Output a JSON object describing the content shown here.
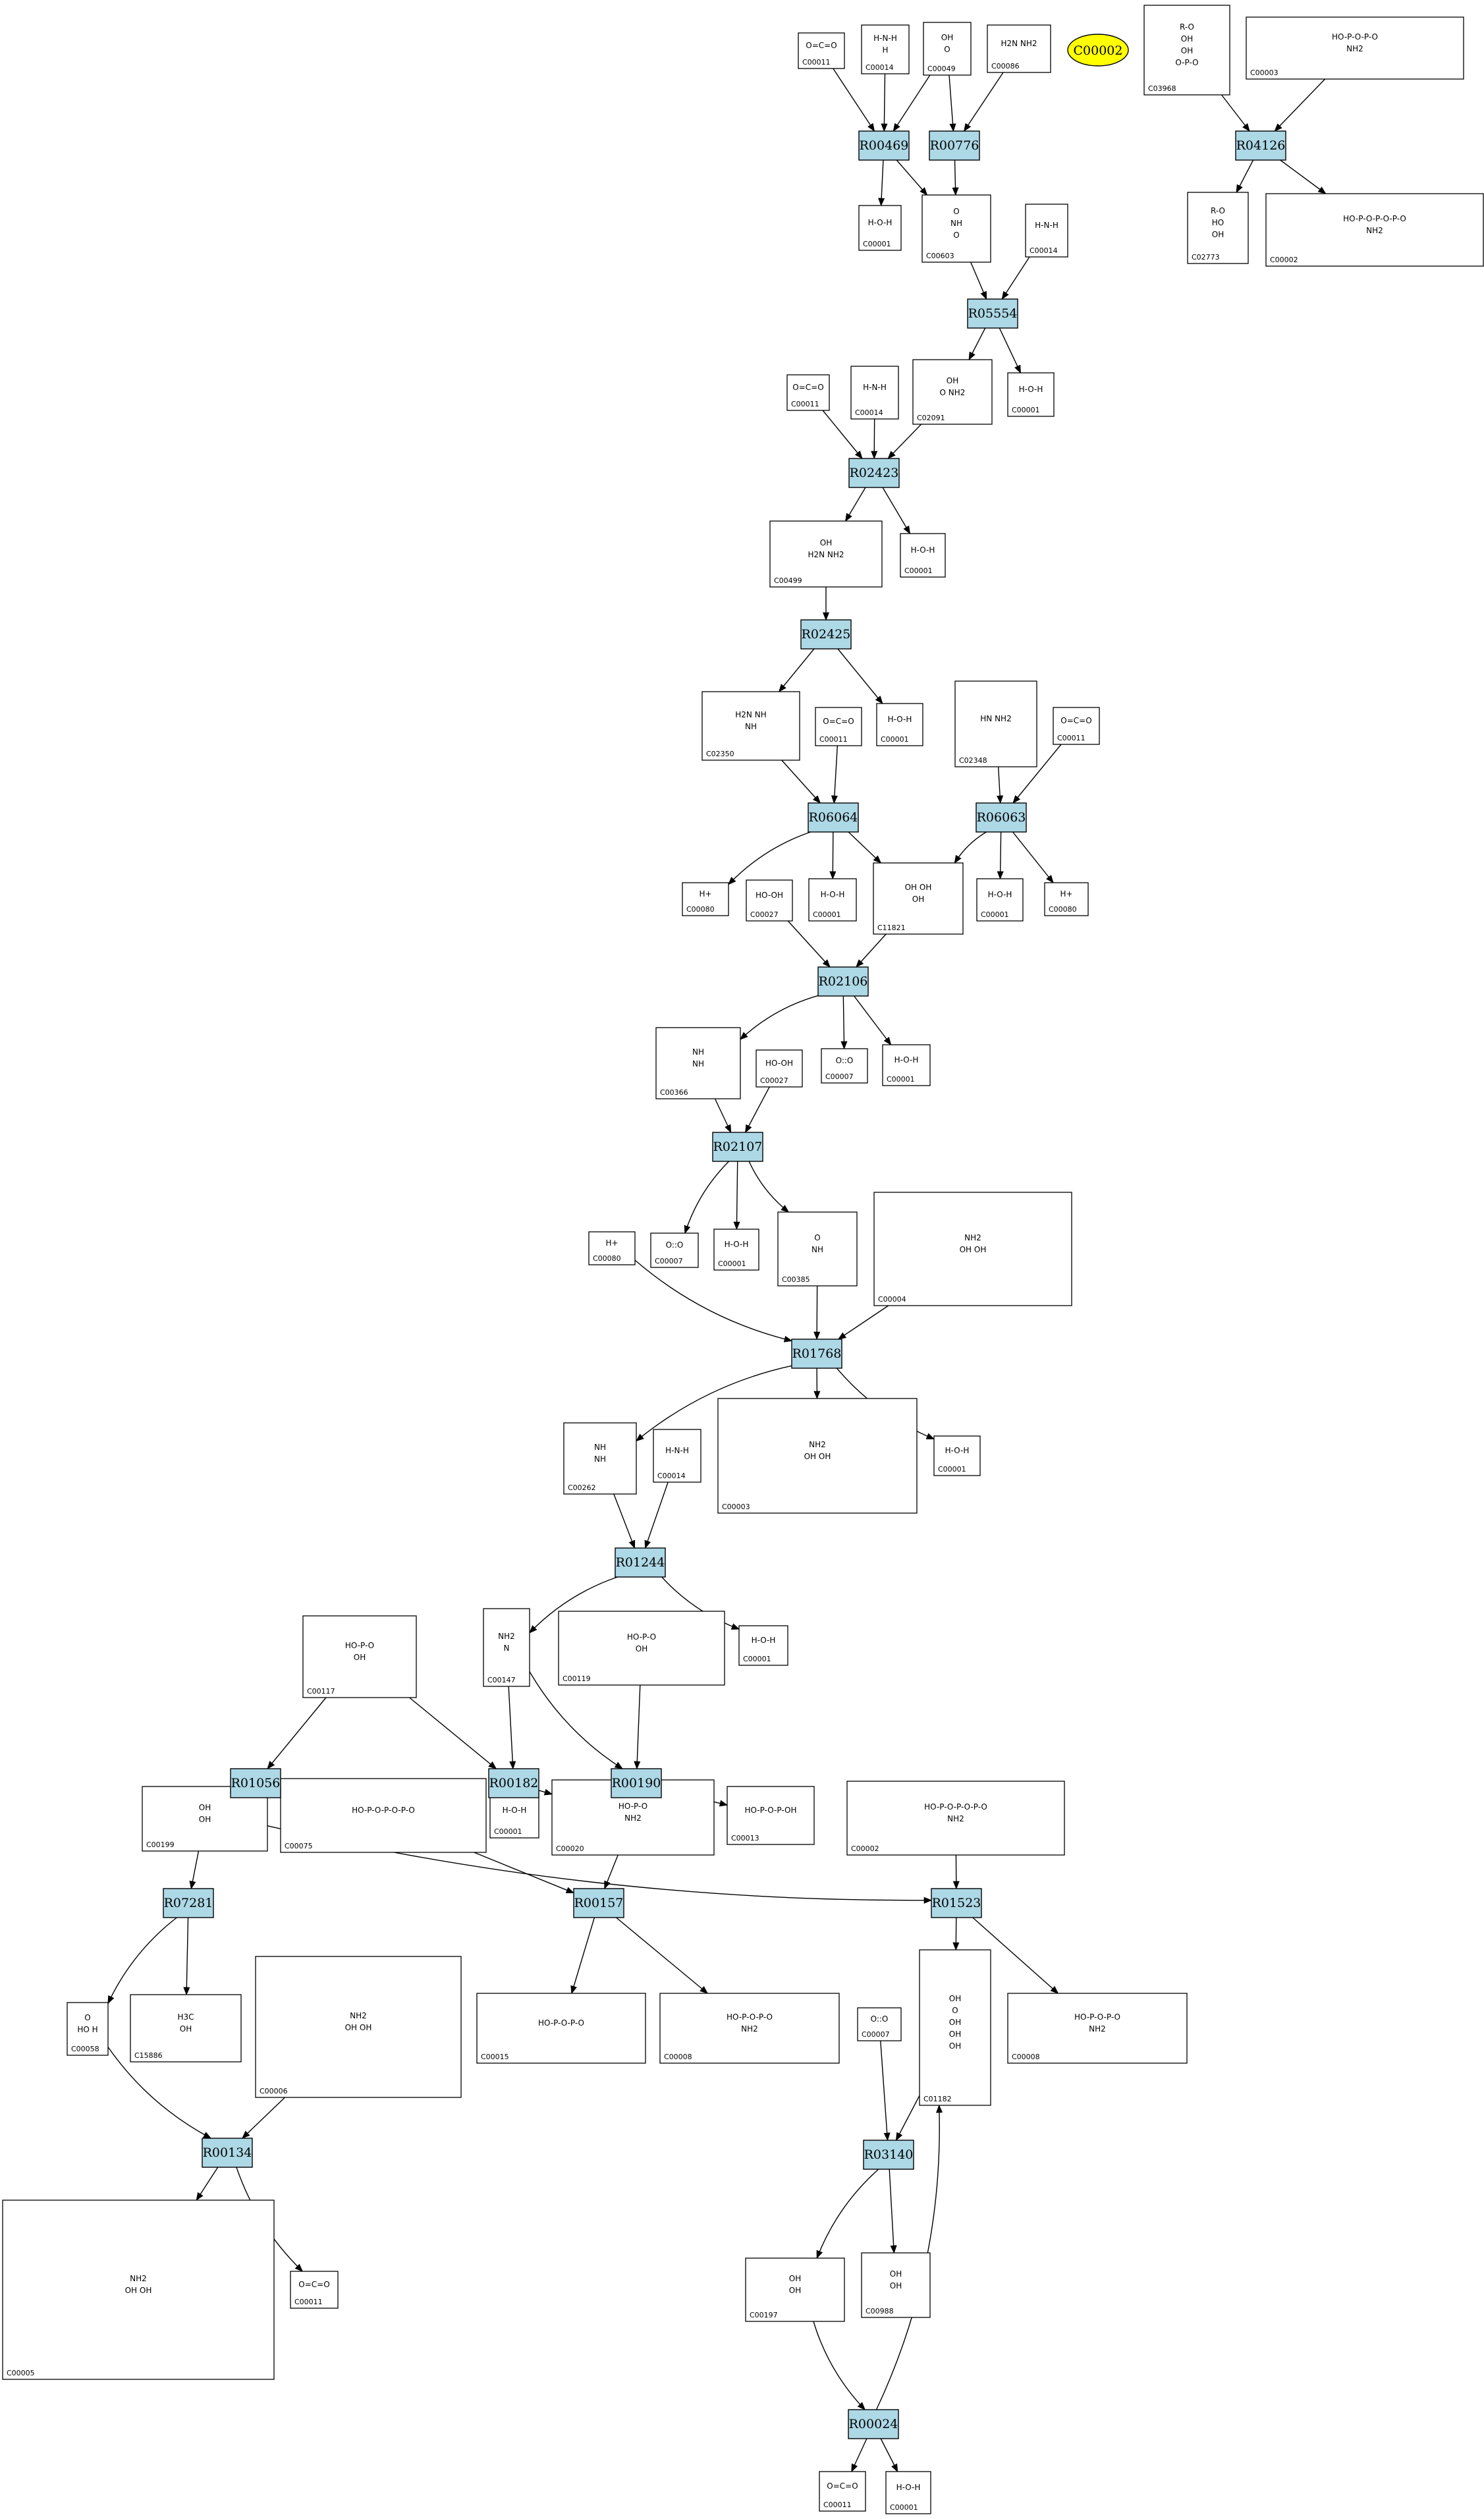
{
  "highlight": "C00002",
  "reactions": [
    "R00469",
    "R00776",
    "R04126",
    "R05554",
    "R02423",
    "R02425",
    "R06064",
    "R06063",
    "R02106",
    "R02107",
    "R01768",
    "R01244",
    "R01056",
    "R00182",
    "R00190",
    "R07281",
    "R00157",
    "R01523",
    "R00134",
    "R03140",
    "R00024"
  ],
  "compounds": {
    "n1": {
      "id": "C00011",
      "label": "O=C=O"
    },
    "n2": {
      "id": "C00014",
      "label": "H-N-H / H"
    },
    "n3": {
      "id": "C00049",
      "label": "OH / O"
    },
    "n4": {
      "id": "C00086",
      "label": "H2N NH2"
    },
    "n5": {
      "id": "C03968",
      "label": "R-O / OH / OH / O-P-O"
    },
    "n6": {
      "id": "C00003",
      "label": "HO-P-O-P-O / NH2"
    },
    "n7": {
      "id": "C00001",
      "label": "H-O-H"
    },
    "n8": {
      "id": "C00603",
      "label": "O / NH / O"
    },
    "n9": {
      "id": "C00014",
      "label": "H-N-H"
    },
    "n10": {
      "id": "C02773",
      "label": "R-O / HO / OH"
    },
    "n11": {
      "id": "C00002",
      "label": "HO-P-O-P-O-P-O / NH2"
    },
    "n12": {
      "id": "C00011",
      "label": "O=C=O"
    },
    "n13": {
      "id": "C00014",
      "label": "H-N-H"
    },
    "n14": {
      "id": "C02091",
      "label": "OH / O NH2"
    },
    "n15": {
      "id": "C00001",
      "label": "H-O-H"
    },
    "n16": {
      "id": "C00499",
      "label": "OH / H2N NH2"
    },
    "n17": {
      "id": "C00001",
      "label": "H-O-H"
    },
    "n18": {
      "id": "C02350",
      "label": "H2N NH / NH"
    },
    "n19": {
      "id": "C00011",
      "label": "O=C=O"
    },
    "n20": {
      "id": "C00001",
      "label": "H-O-H"
    },
    "n21": {
      "id": "C02348",
      "label": "HN NH2"
    },
    "n22": {
      "id": "C00011",
      "label": "O=C=O"
    },
    "n23": {
      "id": "C00080",
      "label": "H+"
    },
    "n24": {
      "id": "C00027",
      "label": "HO-OH"
    },
    "n25": {
      "id": "C00001",
      "label": "H-O-H"
    },
    "n26": {
      "id": "C11821",
      "label": "OH OH / OH"
    },
    "n27": {
      "id": "C00001",
      "label": "H-O-H"
    },
    "n28": {
      "id": "C00080",
      "label": "H+"
    },
    "n29": {
      "id": "C00366",
      "label": "NH / NH"
    },
    "n30": {
      "id": "C00027",
      "label": "HO-OH"
    },
    "n31": {
      "id": "C00007",
      "label": "O::O"
    },
    "n32": {
      "id": "C00001",
      "label": "H-O-H"
    },
    "n33": {
      "id": "C00080",
      "label": "H+"
    },
    "n34": {
      "id": "C00007",
      "label": "O::O"
    },
    "n35": {
      "id": "C00001",
      "label": "H-O-H"
    },
    "n36": {
      "id": "C00385",
      "label": "O / NH"
    },
    "n37": {
      "id": "C00004",
      "label": "NH2 / OH OH"
    },
    "n38": {
      "id": "C00262",
      "label": "NH / NH"
    },
    "n39": {
      "id": "C00014",
      "label": "H-N-H"
    },
    "n40": {
      "id": "C00003",
      "label": "NH2 / OH OH"
    },
    "n41": {
      "id": "C00001",
      "label": "H-O-H"
    },
    "n42": {
      "id": "C00117",
      "label": "HO-P-O / OH"
    },
    "n43": {
      "id": "C00147",
      "label": "NH2 / N"
    },
    "n44": {
      "id": "C00119",
      "label": "HO-P-O / OH"
    },
    "n45": {
      "id": "C00001",
      "label": "H-O-H"
    },
    "n46": {
      "id": "C00199",
      "label": "OH / OH"
    },
    "n47": {
      "id": "C00075",
      "label": "HO-P-O-P-O-P-O"
    },
    "n48": {
      "id": "C00001",
      "label": "H-O-H"
    },
    "n49": {
      "id": "C00020",
      "label": "HO-P-O / NH2"
    },
    "n50": {
      "id": "C00013",
      "label": "HO-P-O-P-OH"
    },
    "n51": {
      "id": "C00002",
      "label": "HO-P-O-P-O-P-O / NH2"
    },
    "n52": {
      "id": "C00058",
      "label": "O / HO H"
    },
    "n53": {
      "id": "C15886",
      "label": "H3C / OH"
    },
    "n54": {
      "id": "C00006",
      "label": "NH2 / OH OH"
    },
    "n55": {
      "id": "C00015",
      "label": "HO-P-O-P-O"
    },
    "n56": {
      "id": "C00008",
      "label": "HO-P-O-P-O / NH2"
    },
    "n57": {
      "id": "C01182",
      "label": "OH / O / OH / OH / OH"
    },
    "n58": {
      "id": "C00008",
      "label": "HO-P-O-P-O / NH2"
    },
    "n59": {
      "id": "C00007",
      "label": "O::O"
    },
    "n60": {
      "id": "C00005",
      "label": "NH2 / OH OH"
    },
    "n61": {
      "id": "C00011",
      "label": "O=C=O"
    },
    "n62": {
      "id": "C00197",
      "label": "OH / OH"
    },
    "n63": {
      "id": "C00988",
      "label": "OH / OH"
    },
    "n64": {
      "id": "C00011",
      "label": "O=C=O"
    },
    "n65": {
      "id": "C00001",
      "label": "H-O-H"
    }
  }
}
